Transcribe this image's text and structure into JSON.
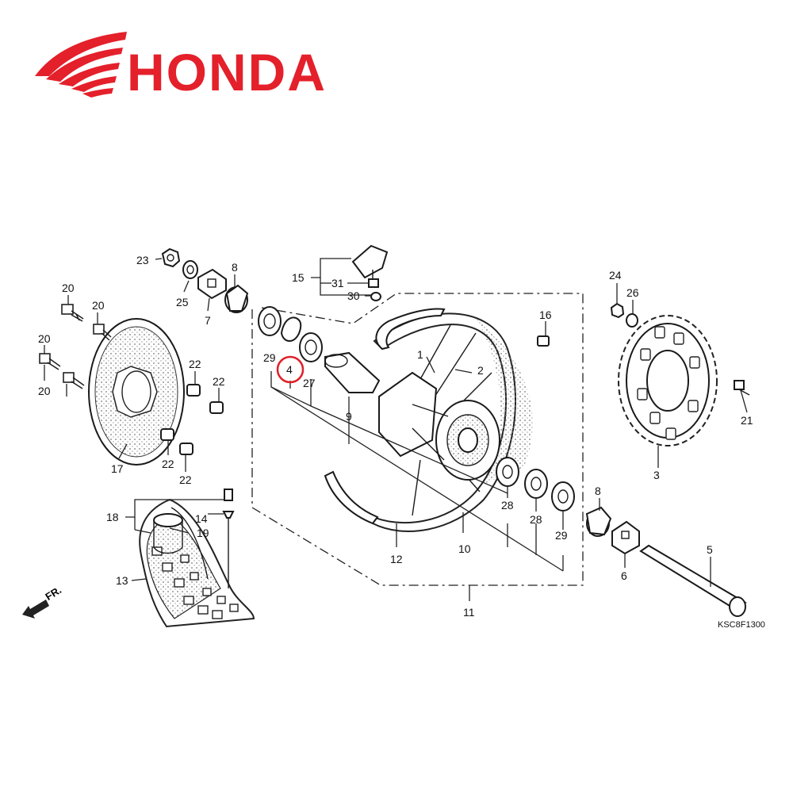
{
  "brand": {
    "name": "HONDA",
    "color": "#e4202b"
  },
  "diagram": {
    "code": "KSC8F1300",
    "direction_label": "FR.",
    "highlight_color": "#e0202a",
    "highlighted_callout": "4",
    "callouts": {
      "c1": "1",
      "c2": "2",
      "c3": "3",
      "c4": "4",
      "c5": "5",
      "c6": "6",
      "c7": "7",
      "c8a": "8",
      "c8b": "8",
      "c9": "9",
      "c10": "10",
      "c11": "11",
      "c12": "12",
      "c13": "13",
      "c14": "14",
      "c15": "15",
      "c16": "16",
      "c17": "17",
      "c18": "18",
      "c19": "19",
      "c20a": "20",
      "c20b": "20",
      "c20c": "20",
      "c20d": "20",
      "c21": "21",
      "c22a": "22",
      "c22b": "22",
      "c22c": "22",
      "c22d": "22",
      "c23": "23",
      "c24": "24",
      "c25": "25",
      "c26": "26",
      "c27": "27",
      "c28a": "28",
      "c28b": "28",
      "c29a": "29",
      "c29b": "29",
      "c30": "30",
      "c31": "31"
    }
  }
}
